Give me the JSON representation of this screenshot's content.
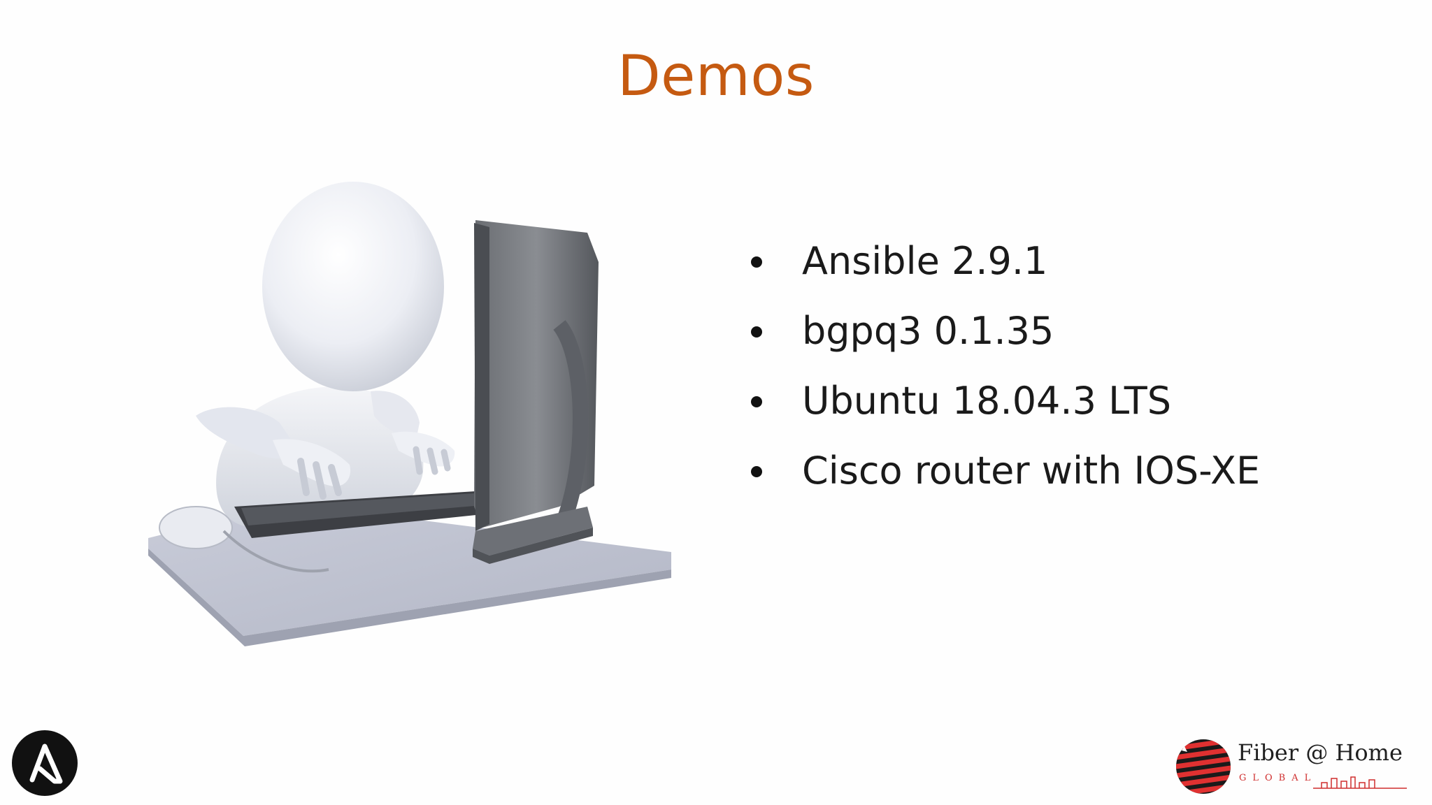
{
  "slide": {
    "title": "Demos",
    "bullets": [
      "Ansible 2.9.1",
      "bgpq3 0.1.35",
      "Ubuntu 18.04.3 LTS",
      "Cisco router with IOS-XE"
    ]
  },
  "logos": {
    "ansible_icon": "ansible-logo-icon",
    "brand_name": "Fiber @ Home",
    "brand_sub": "GLOBAL"
  },
  "colors": {
    "title": "#C55A11",
    "text": "#1a1a1a",
    "brand_red": "#cf2d2d"
  }
}
